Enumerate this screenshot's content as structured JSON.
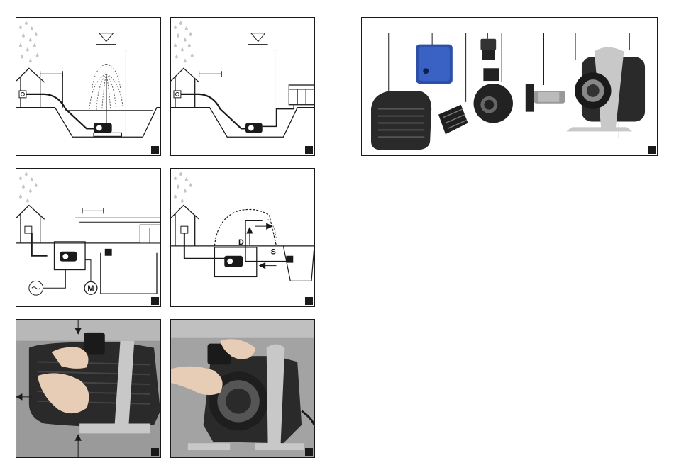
{
  "panels": {
    "d": {
      "pressure_label": "D",
      "suction_label": "S"
    },
    "c": {
      "meter_label": "M"
    }
  },
  "colors": {
    "line": "#1a1a1a",
    "rain": "#bdbdbd",
    "filter_blue": "#2c4fa8",
    "photo_bg": "#8a8a8a",
    "pump_body": "#2a2a2a",
    "bracket": "#c8c8c8"
  },
  "icons": [
    "rain-icon",
    "house-icon",
    "socket-icon",
    "water-level-icon",
    "pump-icon",
    "fountain-icon",
    "filter-box-icon",
    "flow-arrow-icon",
    "flow-meter-icon",
    "hand-icon"
  ]
}
